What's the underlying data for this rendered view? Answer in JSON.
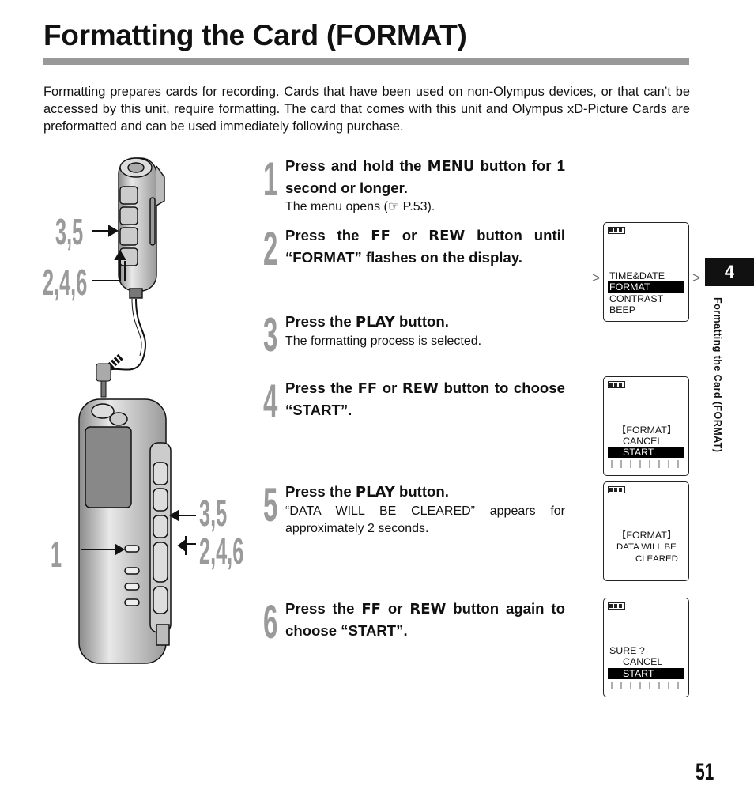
{
  "page": {
    "title": "Formatting the Card (FORMAT)",
    "intro": "Formatting prepares cards for recording. Cards that have been used on non-Olympus devices, or that can’t be accessed by this unit, require formatting. The card that comes with this unit and Olympus xD-Picture Cards are preformatted and can be used immediately following purchase.",
    "chapter_number": "4",
    "side_label": "Formatting the Card (FORMAT)",
    "page_number": "51"
  },
  "callouts": {
    "top_35": "3,5",
    "top_246": "2,4,6",
    "mid_35": "3,5",
    "mid_246": "2,4,6",
    "mid_1": "1"
  },
  "steps": [
    {
      "num": "1",
      "a": "Press and hold the ",
      "k1": "MENU",
      "b": " button for 1 second or longer.",
      "sub": "The menu opens (☞ P.53)."
    },
    {
      "num": "2",
      "a": "Press the ",
      "k1": "FF",
      "b": " or ",
      "k2": "REW",
      "c": " button until “FORMAT” flashes on the display."
    },
    {
      "num": "3",
      "a": "Press the ",
      "k1": "PLAY",
      "b": " button.",
      "sub": "The formatting process is selected."
    },
    {
      "num": "4",
      "a": "Press the ",
      "k1": "FF",
      "b": " or ",
      "k2": "REW",
      "c": " button to choose “START”."
    },
    {
      "num": "5",
      "a": "Press the ",
      "k1": "PLAY",
      "b": " button.",
      "sub": "“DATA WILL BE CLEARED” appears for approximately 2 seconds."
    },
    {
      "num": "6",
      "a": "Press the ",
      "k1": "FF",
      "b": " or ",
      "k2": "REW",
      "c": " button again to choose “START”."
    }
  ],
  "displays": {
    "d1": {
      "l1": "TIME&DATE",
      "l2": "FORMAT",
      "l3": "CONTRAST",
      "l4": "BEEP"
    },
    "d2": {
      "l1": "【FORMAT】",
      "l2": "CANCEL",
      "l3": "START"
    },
    "d3": {
      "l1": "【FORMAT】",
      "l2": "DATA WILL BE",
      "l3": "CLEARED"
    },
    "d4": {
      "l1": "SURE ?",
      "l2": "CANCEL",
      "l3": "START"
    }
  }
}
